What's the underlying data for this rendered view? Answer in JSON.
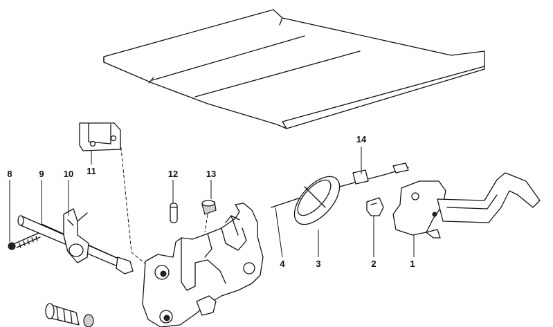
{
  "parts": [
    {
      "id": "callout-1",
      "label": "1"
    },
    {
      "id": "callout-2",
      "label": "2"
    },
    {
      "id": "callout-3",
      "label": "3"
    },
    {
      "id": "callout-4",
      "label": "4"
    },
    {
      "id": "callout-8",
      "label": "8"
    },
    {
      "id": "callout-9",
      "label": "9"
    },
    {
      "id": "callout-10",
      "label": "10"
    },
    {
      "id": "callout-11",
      "label": "11"
    },
    {
      "id": "callout-12",
      "label": "12"
    },
    {
      "id": "callout-13",
      "label": "13"
    },
    {
      "id": "callout-14",
      "label": "14"
    }
  ]
}
